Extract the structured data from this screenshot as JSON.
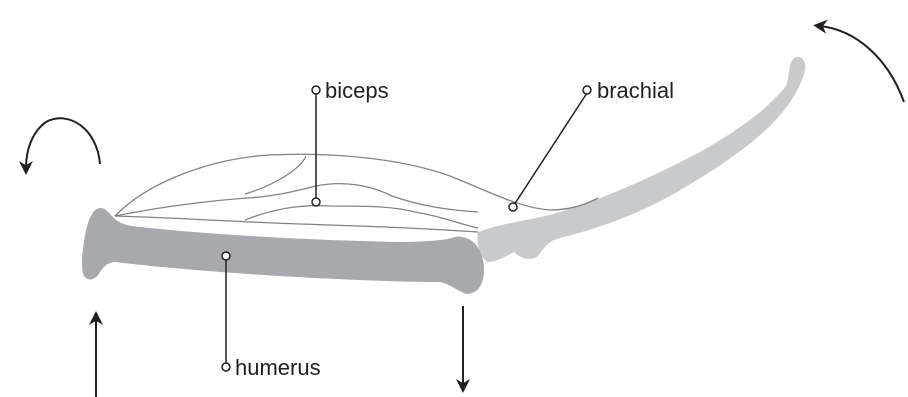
{
  "labels": {
    "biceps": "biceps",
    "brachial": "brachial",
    "humerus": "humerus"
  },
  "colors": {
    "bone_dark": "#a7a9ac",
    "bone_light": "#c9cacc",
    "muscle_outline": "#808285",
    "ink": "#231f20",
    "background": "#ffffff"
  }
}
